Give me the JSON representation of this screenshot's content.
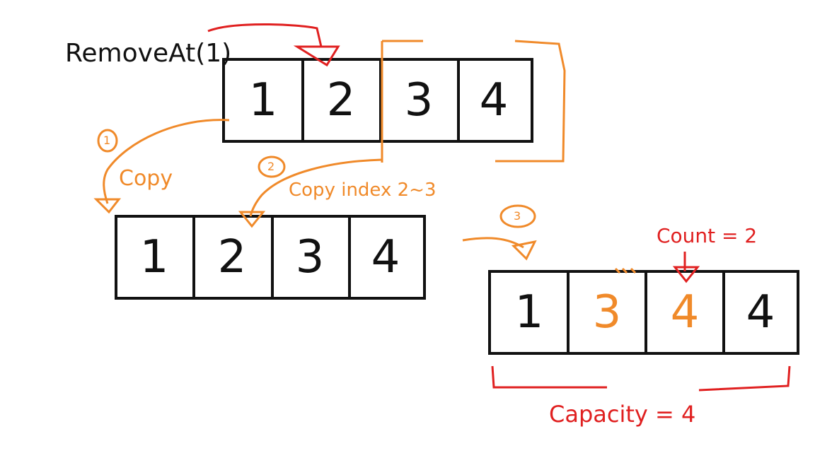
{
  "title": "RemoveAt(1)",
  "colors": {
    "ink": "#111111",
    "orange": "#f08a2a",
    "red": "#e02020"
  },
  "arrays": {
    "source": [
      "1",
      "2",
      "3",
      "4"
    ],
    "copy": [
      "1",
      "2",
      "3",
      "4"
    ],
    "result": [
      "1",
      "3",
      "4",
      "4"
    ]
  },
  "steps": [
    {
      "number": "1",
      "label": "Copy"
    },
    {
      "number": "2",
      "label": "Copy index 2~3"
    },
    {
      "number": "3",
      "label": ""
    }
  ],
  "count_label": "Count = 2",
  "capacity_label": "Capacity = 4"
}
